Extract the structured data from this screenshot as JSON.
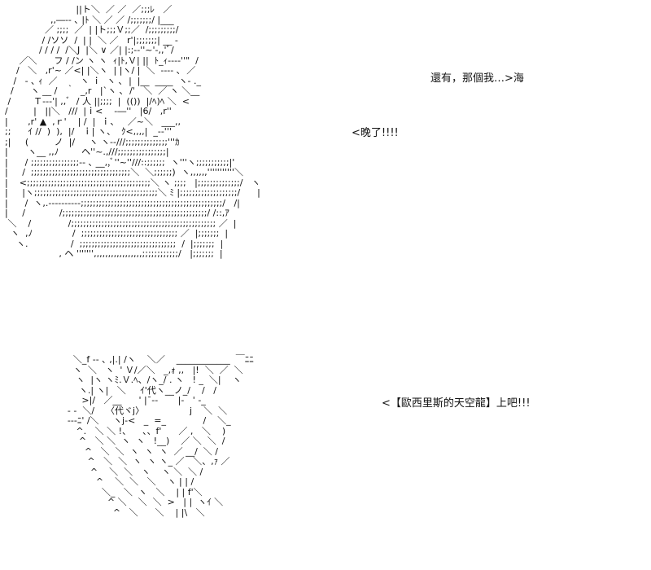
{
  "dialogue": {
    "line_1": "還有，那個我…>海",
    "line_2": "<晚了!!!!",
    "line_3": "<【歐西里斯的天空龍】上吧!!!"
  },
  "art": {
    "top_panel": "                         ||ト＼  ／ ／  ／;;;ﾚ   ／\n                ,,―-- ､ |ﾄ ＼ ／ ／ /;;;;;;;/ |___\n              ／ ;;;;  ／  | |ト;;;Ｖ;;／  /;;;;;;;;;/\n             / /ソソ  /  | |  ＼ ／   r'|;;;;;;;| __ -\n            / / / /  /＼J  |＼ ∨ ／| |:;-‐''~'‐,,'ﾞ/\n     ／＼      フ / /ン ヽ ヽ  ｨ|ﾄ,Ｖ| ||  ﾄ_ｨ---‐''\"  /\n    /   ＼   ,r'~ ／<| |＼ヽ  | |ヽ/ |  ＼  ‐--‐ ､  ／\n   /   ‐ ､ ｨ  ／        ヽ ｉ  ヽ ､  |  |__  ____  ヽ‐ ._\n  /      ヽ __ /   ｀  _,r   |`ヽ ､  /'   ＼  ／ ヽ ＼__\n /        Ｔ‐‐‐'| ,,ﾞ  / 人 ||;;;;  |  (())  |/ﾍ)ﾍ ＼  <\n/         |   ||＼   ///  |ｉ<    ‐―''   |6/   ,r''\n|       ,r' ▲  ,ｒ'    | /  |  ｉ、   ／~＼   ___,,\n;;      ｲ //  )  ),  |/   ｉ| ヽ、  ｸ<,,,,|  _-‐'''\n;|     (         ノ  |/     ヽ ヽ-‐///;;;;;;;;;;;;;;'''ｶ\n|       ヽ__ ,,ﾉ        ヘ''~.,///;;;;;;;;;;;;;;;;|\n|      / ;;;;;;;;;;;;;;;;‐‐ ､ __,,ﾞ''~''///::;;;;;;  ヽ'''ヽ;;;;;;;;;;;|'\n|     /  ;;;;;;;;;;;;;;;;;;;;;;;;;;;;;;;;;＼  ＼;;;;;;)  ヽ,,,,,,'''''''''''＼\n|    <;;;;;;;;;;;;;;;;;;;;;;;;;;;;;;;;;;;;;;;;;＼ ヽ ;;;;   |;;;;;;;;;;;;;;/   ヽ\n|     |ヽ;;;;;;;;;;;;;;;;;;;;;;;;;;;;;;;;;;;;;;;;;＼ ﾐ |;;;;;;;;;;;;;;;;;;;/      |\n|      /  ヽ,.-‐‐‐‐‐‐‐‐‐;;;;;;;;;;;;;;;;;;;;;;;;;;;;;;;;;;;;;;;;;;;;;;;/   /|\n|     /            /;;;;;;;;;;;;;;;;;;;;;;;;;;;;;;;;;;;;;;;;;;;;;;;;/ /::,ｱ\n ＼    /             /;;;;;;;;;;;;;;;;;;;;;;;;;;;;;;;;;;;;;;;;;;;;;;;; ／  |\n  ヽ  ,ﾉ              /  ;;;;;;;;;;;;;;;;;;;;;;;;;;;;;;;; ／  |;;;;;;;  |\n    ヽ.               /  ;;;;;;;;;;;;;;;;;;;;;;;;;;;;;;;;  /  |;;;;;;;  |\n                   , ヘ ''''''',,,,,,,,,,,,,,,,,;;;;;;;;;;;;/   |;;;;;;;  |",
    "bottom_panel": "                        ＼_f ‐- ､ ,|.| /ヽ    ＼／    ____________  ￣ﾆﾆ\n                        ヽ  ＼   ヽ  ' Ｖ/／＼   _,ｫ ,,   |!  ＼  ／  ＼\n                         ヽ  |ヽ ヽﾐ.Ｖ.ﾍ、/ヽ_/ . ヽ   ! _  ＼|    ヽ\n                          ヽ.| ヽ|   ＼     ｲ'代ヽ__ノ_/    /   /\n                           >|/   ／__      ' |¯‐‐       |‐   ' ‐_\n                      ‐ -  ＼/    〈代ヾj〉                j    ＼  ＼\n                      --‐ﾆ' /＼     ヽj-<   _  =_             /    ＼_\n                         ^.   ＼ ＼ !、    、、f'      ／ ,   ＼    )\n                          ^   ＼ ＼  ヽ  ヽ   !__)    ／ ＼  ＼  /\n                            ^   ＼  ＼  ヽ  ヽ  ヽ  ／ __/  ＼ /\n                             ^   ＼  ＼  ヽ  ヽ ヽ_ ／   ＼、,ｧ ／\n                              ^    ＼  ＼   ヽ    ヽ ＼  ＼ /\n                                ^    ＼  ＼   ＼    ヽ | | /\n                                  ＼_   ＼  ヽ   ＼    | | f'＼\n                                    ^ ＼    ＼  ＼  >   | |  ヽｲ ＼\n                                      ^   ＼      ＼    | |\\   ＼"
  }
}
